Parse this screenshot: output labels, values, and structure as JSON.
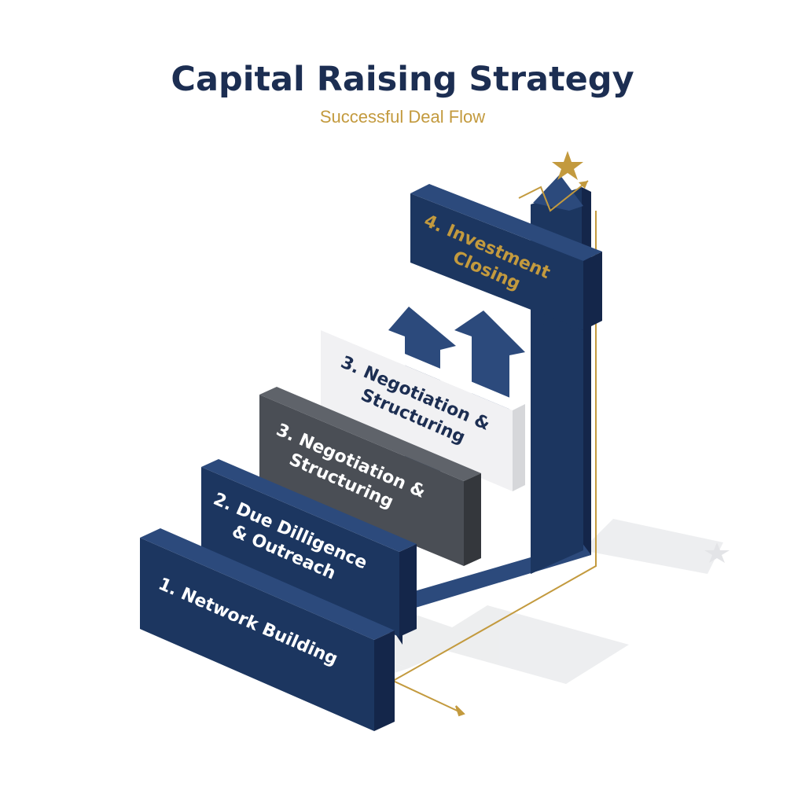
{
  "header": {
    "title": "Capital Raising Strategy",
    "subtitle": "Successful Deal Flow"
  },
  "steps": [
    {
      "line1": "1. Network Building",
      "line2": ""
    },
    {
      "line1": "2. Due Dilligence",
      "line2": "& Outreach"
    },
    {
      "line1": "3. Negotiation &",
      "line2": "Structuring"
    },
    {
      "line1": "3.  Negotiation &",
      "line2": "Structuring"
    },
    {
      "line1": "4. Investment",
      "line2": "Closing"
    }
  ],
  "colors": {
    "navy": "#1c3660",
    "navy_side": "#14264a",
    "navy_top": "#2c4a7c",
    "charcoal": "#4a4e55",
    "light": "#f1f1f3",
    "gold": "#c39a3e",
    "title": "#1c2e52"
  },
  "icons": [
    "star-icon",
    "growth-arrow-icon",
    "up-arrow-icon"
  ]
}
